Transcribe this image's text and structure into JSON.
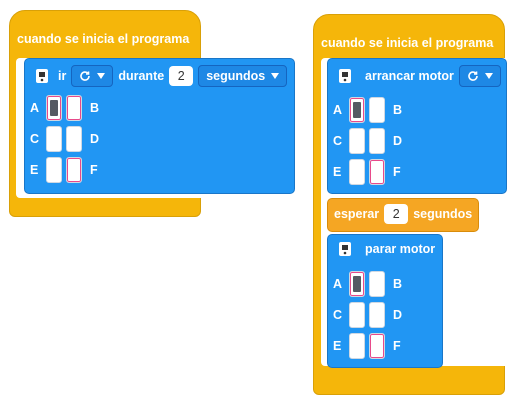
{
  "program1": {
    "event_label": "cuando se inicia el programa",
    "block": {
      "action_label": "ir",
      "direction_icon": "rotate-icon",
      "duration_label": "durante",
      "duration_value": "2",
      "unit_label": "segundos",
      "ports": [
        [
          "A",
          "B"
        ],
        [
          "C",
          "D"
        ],
        [
          "E",
          "F"
        ]
      ],
      "selected_port": "A"
    }
  },
  "program2": {
    "event_label": "cuando se inicia el programa",
    "start_block": {
      "label": "arrancar motor",
      "direction_icon": "rotate-icon",
      "ports": [
        [
          "A",
          "B"
        ],
        [
          "C",
          "D"
        ],
        [
          "E",
          "F"
        ]
      ],
      "selected_port": "A"
    },
    "wait_block": {
      "label": "esperar",
      "value": "2",
      "unit": "segundos"
    },
    "stop_block": {
      "label": "parar motor",
      "ports": [
        [
          "A",
          "B"
        ],
        [
          "C",
          "D"
        ],
        [
          "E",
          "F"
        ]
      ],
      "selected_port": "A"
    }
  },
  "colors": {
    "event": "#f5b60a",
    "motor": "#2196f3",
    "wait": "#f5a623"
  }
}
